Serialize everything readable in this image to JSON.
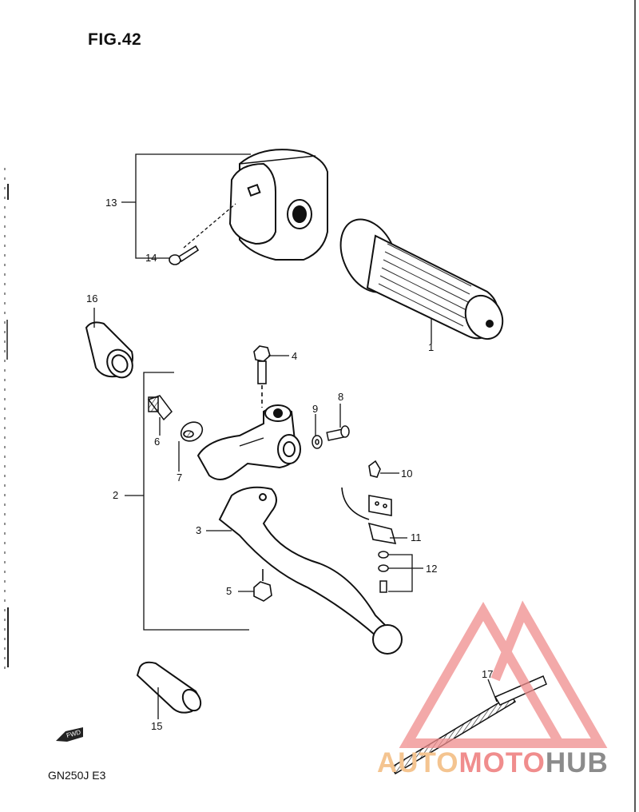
{
  "figure_title": "FIG.42",
  "model_code": "GN250J  E3",
  "fwd_arrow_label": "FWD",
  "watermark": {
    "part1": "AUTO",
    "part2": "MOTO",
    "part3": "HUB",
    "color_gold": "#f4c490",
    "color_red": "#f08d8d",
    "color_gray": "#8b8b8b"
  },
  "parts": [
    {
      "number": "1"
    },
    {
      "number": "2"
    },
    {
      "number": "3"
    },
    {
      "number": "4"
    },
    {
      "number": "5"
    },
    {
      "number": "6"
    },
    {
      "number": "7"
    },
    {
      "number": "8"
    },
    {
      "number": "9"
    },
    {
      "number": "10"
    },
    {
      "number": "11"
    },
    {
      "number": "12"
    },
    {
      "number": "13"
    },
    {
      "number": "14"
    },
    {
      "number": "15"
    },
    {
      "number": "16"
    },
    {
      "number": "17"
    }
  ]
}
